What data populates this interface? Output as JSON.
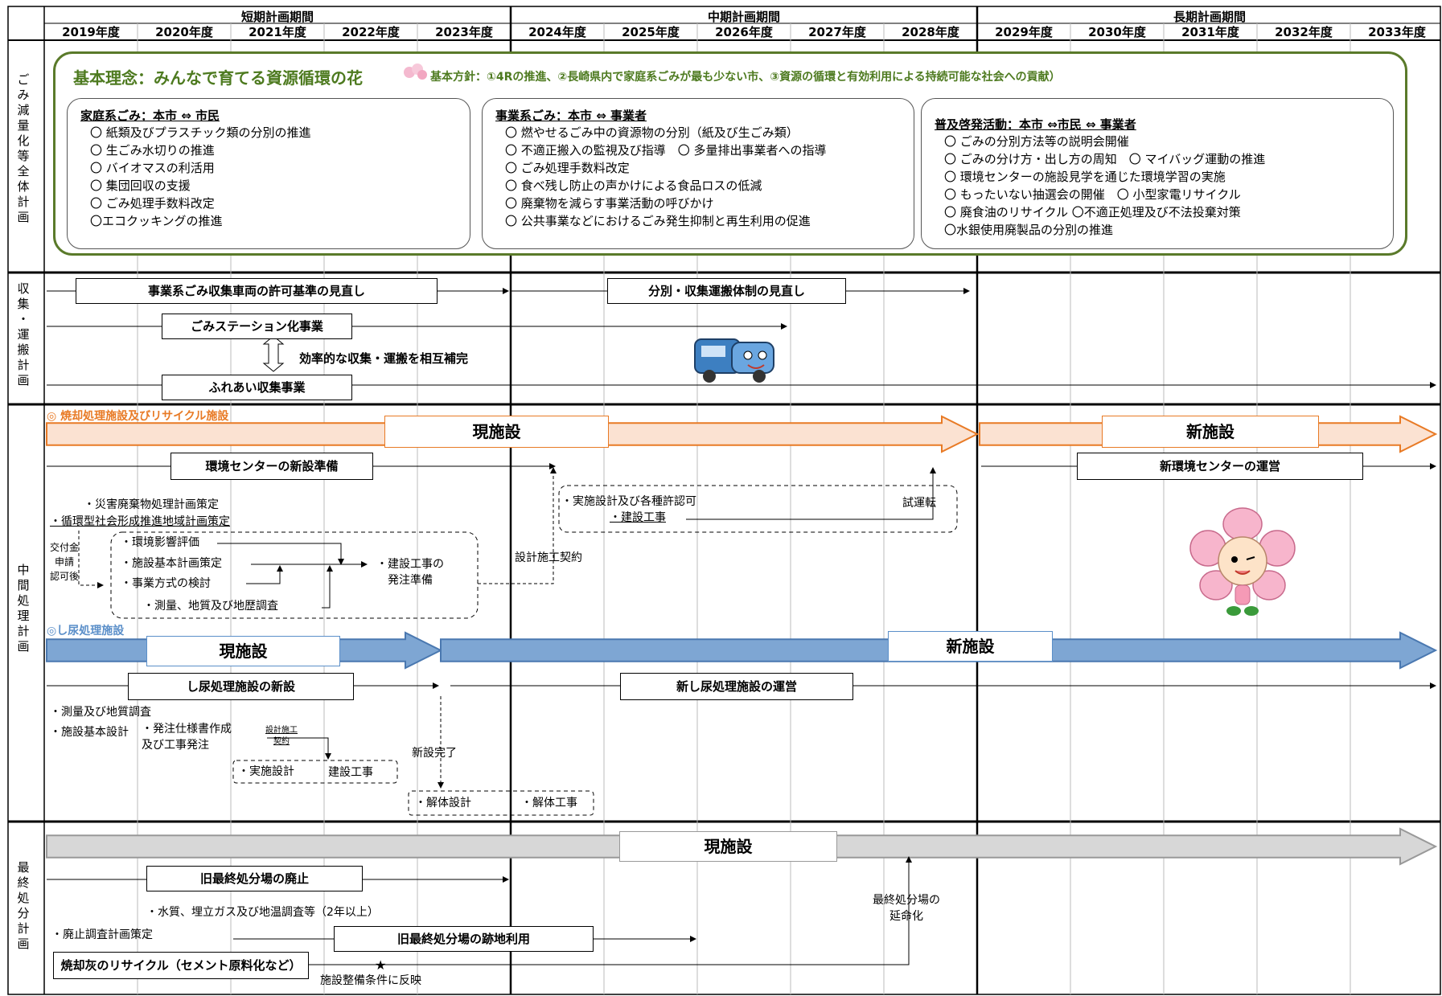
{
  "header": {
    "periods": [
      "短期計画期間",
      "中期計画期間",
      "長期計画期間"
    ],
    "years": [
      "2019年度",
      "2020年度",
      "2021年度",
      "2022年度",
      "2023年度",
      "2024年度",
      "2025年度",
      "2026年度",
      "2027年度",
      "2028年度",
      "2029年度",
      "2030年度",
      "2031年度",
      "2032年度",
      "2033年度"
    ]
  },
  "sections": {
    "reduction": "ごみ減量化等全体計画",
    "collection": "収集・運搬計画",
    "intermediate": "中間処理計画",
    "final": "最終処分計画"
  },
  "reduction": {
    "basic_idea": "基本理念：みんなで育てる資源循環の花",
    "basic_policy": "基本方針：①4Rの推進、②長崎県内で家庭系ごみが最も少ない市、③資源の循環と有効利用による持続可能な社会への貢献）",
    "household": {
      "title": "家庭系ごみ：本市 ⇔ 市民",
      "items": [
        "〇 紙類及びプラスチック類の分別の推進",
        "〇 生ごみ水切りの推進",
        "〇 バイオマスの利活用",
        "〇 集団回収の支援",
        "〇 ごみ処理手数料改定",
        "〇エコクッキングの推進"
      ]
    },
    "business": {
      "title": "事業系ごみ：本市 ⇔ 事業者",
      "items": [
        "〇 燃やせるごみ中の資源物の分別（紙及び生ごみ類）",
        "〇 不適正搬入の監視及び指導　〇 多量排出事業者への指導",
        "〇 ごみ処理手数料改定",
        "〇 食べ残し防止の声かけによる食品ロスの低減",
        "〇 廃棄物を減らす事業活動の呼びかけ",
        "〇 公共事業などにおけるごみ発生抑制と再生利用の促進"
      ]
    },
    "awareness": {
      "title": "普及啓発活動：本市 ⇔市民 ⇔ 事業者",
      "items": [
        "〇 ごみの分別方法等の説明会開催",
        "〇 ごみの分け方・出し方の周知　〇 マイバッグ運動の推進",
        "〇 環境センターの施設見学を通じた環境学習の実施",
        "〇 もったいない抽選会の開催　〇 小型家電リサイクル",
        "〇 廃食油のリサイクル 〇不適正処理及び不法投棄対策",
        "〇水銀使用廃製品の分別の推進"
      ]
    }
  },
  "collection": {
    "permit_review": "事業系ごみ収集車両の許可基準の見直し",
    "separation_review": "分別・収集運搬体制の見直し",
    "station": "ごみステーション化事業",
    "complement": "効率的な収集・運搬を相互補完",
    "fureai": "ふれあい収集事業",
    "truck_icon": "garbage-truck-mascot-icon"
  },
  "intermediate": {
    "incin_title": "◎ 焼却処理施設及びリサイクル施設",
    "current": "現施設",
    "new": "新施設",
    "center_prep": "環境センターの新設準備",
    "center_op": "新環境センターの運営",
    "notes": {
      "disaster": "・災害廃棄物処理計画策定",
      "circular": "・循環型社会形成推進地域計画策定",
      "grant": "交付金\n申請\n認可後",
      "env_impact": "・環境影響評価",
      "basic_plan": "・施設基本計画策定",
      "method": "・事業方式の検討",
      "survey": "・測量、地質及び地歴調査",
      "order_prep": "・建設工事の\n発注準備",
      "design_contract": "設計施工契約",
      "detail_design": "・実施設計及び各種許認可",
      "construction": "・建設工事",
      "trial": "試運転"
    },
    "nightsoil_title": "◎し尿処理施設",
    "nightsoil_current": "現施設",
    "nightsoil_new": "新施設",
    "nightsoil_build": "し尿処理施設の新設",
    "nightsoil_op": "新し尿処理施設の運営",
    "ns_notes": {
      "survey": "・測量及び地質調査",
      "basic_design": "・施設基本設計",
      "spec": "・発注仕様書作成\n及び工事発注",
      "contract": "設計施工\n契約",
      "detail": "・実施設計",
      "build": "建設工事",
      "complete": "新設完了",
      "demo_design": "・解体設計",
      "demo_work": "・解体工事"
    },
    "mascot_icon": "flower-mascot-icon"
  },
  "final": {
    "current": "現施設",
    "abolish": "旧最終処分場の廃止",
    "survey": "・水質、埋立ガス及び地温調査等（2年以上）",
    "plan": "・廃止調査計画策定",
    "site_use": "旧最終処分場の跡地利用",
    "ash": "焼却灰のリサイクル（セメント原料化など）",
    "reflect": "施設整備条件に反映",
    "extend": "最終処分場の\n延命化"
  },
  "colors": {
    "panel_border": "#5a7a2a",
    "orange": "#e87a25",
    "orange_fill": "#fbe2d2",
    "blue": "#5b8fc9",
    "blue_fill": "#7ea6d3",
    "gray_fill": "#d7d7d7",
    "title_green": "#4d7a1f",
    "pink": "#e65a8c"
  }
}
